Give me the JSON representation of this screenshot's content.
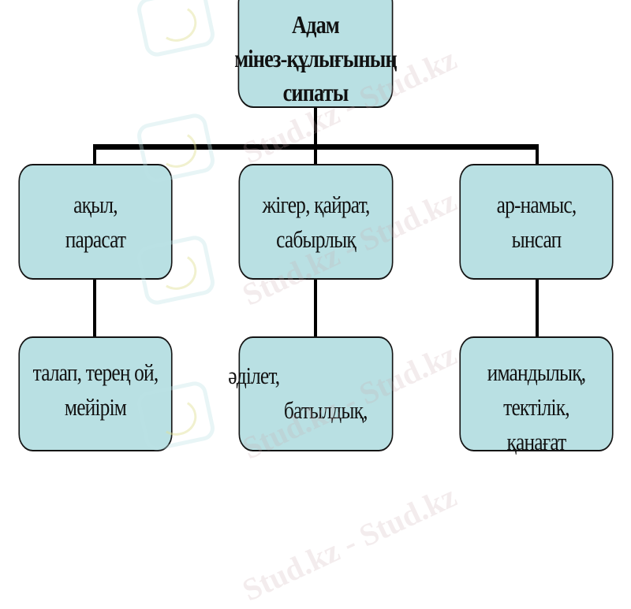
{
  "diagram": {
    "type": "hierarchy",
    "root": {
      "lines": [
        "Адам",
        "мінез-құлығының",
        "сипаты"
      ]
    },
    "level1": [
      {
        "lines": [
          "ақыл,",
          "парасат"
        ]
      },
      {
        "lines": [
          "жігер, қайрат,",
          "сабырлық"
        ]
      },
      {
        "lines": [
          "ар-намыс,",
          "ынсап"
        ]
      }
    ],
    "level2": [
      {
        "lines": [
          "талап, терең ой,",
          "мейірім"
        ]
      },
      {
        "lines": [
          "әділет,",
          "батылдық,"
        ]
      },
      {
        "lines": [
          "имандылық,",
          "тектілік,",
          "қанағат"
        ]
      }
    ]
  },
  "watermark": {
    "text": "Stud.kz - Stud.kz"
  },
  "colors": {
    "box_fill": "#b9e0e3",
    "box_border": "#141414",
    "connector": "#000000",
    "background": "#ffffff"
  }
}
